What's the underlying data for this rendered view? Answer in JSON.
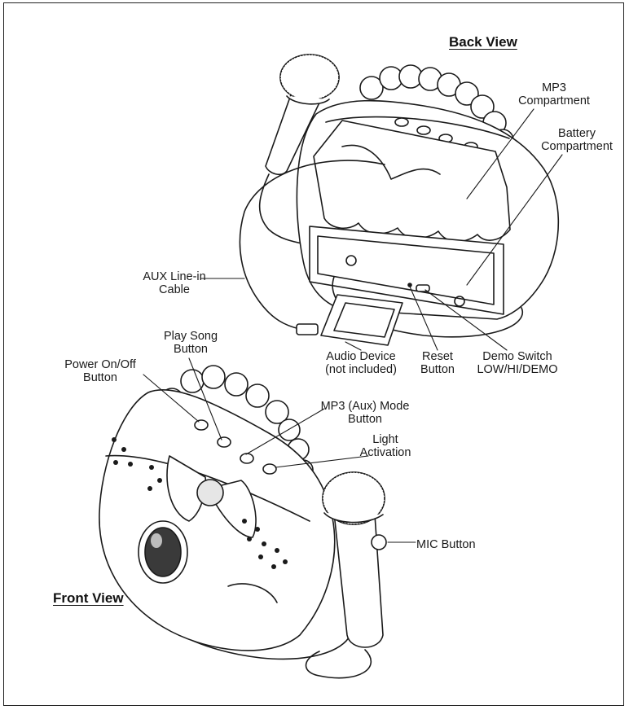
{
  "views": {
    "back": {
      "title": "Back View"
    },
    "front": {
      "title": "Front View"
    }
  },
  "callouts": {
    "mp3_compartment": {
      "line1": "MP3",
      "line2": "Compartment"
    },
    "battery_compartment": {
      "line1": "Battery",
      "line2": "Compartment"
    },
    "aux_cable": {
      "line1": "AUX Line-in",
      "line2": "Cable"
    },
    "audio_device": {
      "line1": "Audio Device",
      "line2": "(not included)"
    },
    "reset_button": {
      "line1": "Reset",
      "line2": "Button"
    },
    "demo_switch": {
      "line1": "Demo Switch",
      "line2": "LOW/HI/DEMO"
    },
    "play_song": {
      "line1": "Play Song",
      "line2": "Button"
    },
    "power_button": {
      "line1": "Power On/Off",
      "line2": "Button"
    },
    "mp3_mode": {
      "line1": "MP3 (Aux) Mode",
      "line2": "Button"
    },
    "light_activation": {
      "line1": "Light",
      "line2": "Activation"
    },
    "mic_button": {
      "line1": "MIC Button"
    }
  },
  "colors": {
    "ink": "#1a1a1a",
    "paper": "#ffffff",
    "shade": "#e6e6e6"
  }
}
